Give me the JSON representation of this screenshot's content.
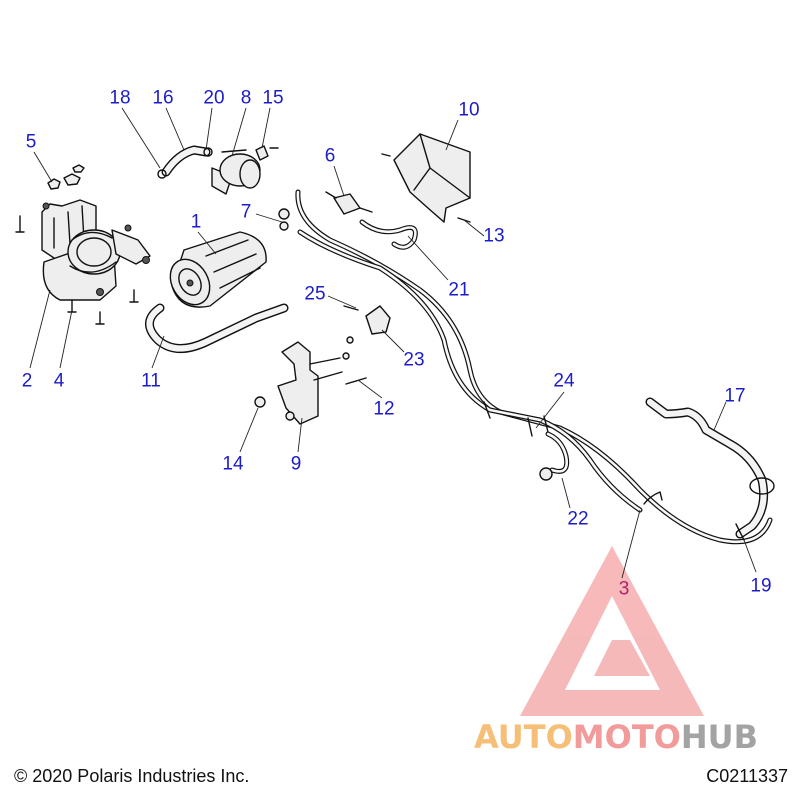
{
  "diagram": {
    "callouts": [
      {
        "id": "18",
        "label": "18"
      },
      {
        "id": "16",
        "label": "16"
      },
      {
        "id": "20",
        "label": "20"
      },
      {
        "id": "8",
        "label": "8"
      },
      {
        "id": "15",
        "label": "15"
      },
      {
        "id": "10",
        "label": "10"
      },
      {
        "id": "5",
        "label": "5"
      },
      {
        "id": "6",
        "label": "6"
      },
      {
        "id": "1",
        "label": "1"
      },
      {
        "id": "7",
        "label": "7"
      },
      {
        "id": "13",
        "label": "13"
      },
      {
        "id": "21",
        "label": "21"
      },
      {
        "id": "25",
        "label": "25"
      },
      {
        "id": "23",
        "label": "23"
      },
      {
        "id": "2",
        "label": "2"
      },
      {
        "id": "4",
        "label": "4"
      },
      {
        "id": "11",
        "label": "11"
      },
      {
        "id": "24",
        "label": "24"
      },
      {
        "id": "17",
        "label": "17"
      },
      {
        "id": "12",
        "label": "12"
      },
      {
        "id": "14",
        "label": "14"
      },
      {
        "id": "9",
        "label": "9"
      },
      {
        "id": "22",
        "label": "22"
      },
      {
        "id": "3",
        "label": "3"
      },
      {
        "id": "19",
        "label": "19"
      }
    ]
  },
  "watermark": {
    "part1": "AUTO",
    "part2": "MOTO",
    "part3": "HUB",
    "color_auto": "#f5b560",
    "color_moto": "#f08a8a",
    "color_hub": "#9a9a9a",
    "logo_color": "#f08080"
  },
  "footer": {
    "copyright": "© 2020 Polaris Industries Inc.",
    "code": "C0211337"
  },
  "colors": {
    "callout": "#1c1cc8",
    "callout_alt": "#b0206e"
  }
}
